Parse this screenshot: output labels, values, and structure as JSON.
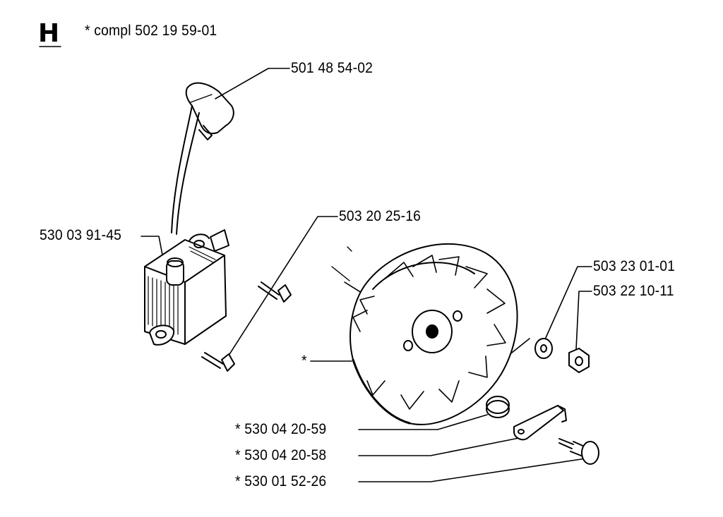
{
  "section_letter": "H",
  "header_text": "*  compl 502 19 59-01",
  "parts": {
    "spark_cap": "501 48 54-02",
    "coil": "530 03 91-45",
    "screw": "503 20 25-16",
    "washer": "503 23 01-01",
    "nut": "503 22 10-11",
    "flywheel": "*",
    "spring": "*  530 04 20-59",
    "pawl": "*  530 04 20-58",
    "pin": "*  530 01 52-26"
  }
}
